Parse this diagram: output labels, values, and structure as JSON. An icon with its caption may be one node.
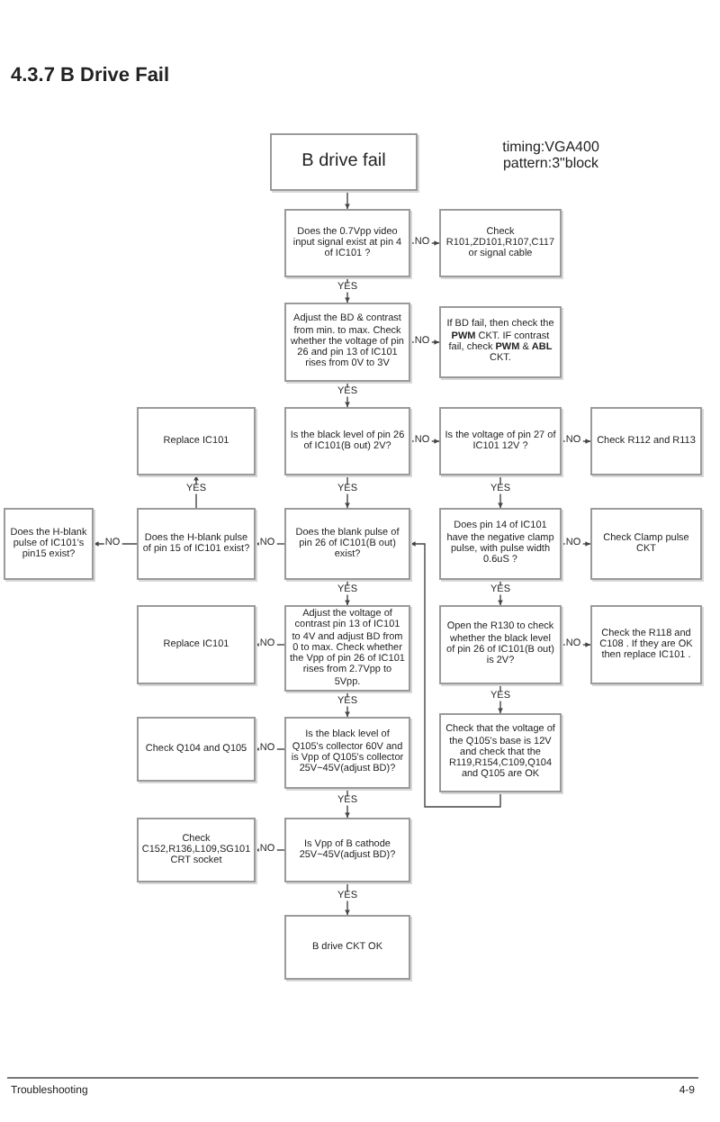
{
  "diagram": {
    "title": "4.3.7  B Drive Fail",
    "nodes": [
      {
        "text": [
          "B drive fail"
        ]
      },
      {
        "text": [
          "Does the 0.7Vpp video input signal exist at pin 4 of IC101 ?"
        ]
      },
      {
        "text": [
          "Check R101,ZD101,R107,C117 or signal cable"
        ]
      },
      {
        "text": [
          "Adjust the BD & contrast from min. to max. Check whether the voltage of pin 26 and pin 13 of IC101 rises from 0V to 3V"
        ]
      },
      {
        "text": [
          "If BD fail, then check the **PWM** CKT. IF contrast fail, check **PWM** & **ABL** CKT."
        ]
      },
      {
        "text": [
          "Replace IC101"
        ]
      },
      {
        "text": [
          "Is the black level of pin 26 of IC101(B out) 2V?"
        ]
      },
      {
        "text": [
          "Is the voltage of pin 27 of IC101 12V ?"
        ]
      },
      {
        "text": [
          "Check R112 and R113"
        ]
      },
      {
        "text": [
          "Does the H-blank pulse of IC101's pin15 exist?"
        ]
      },
      {
        "text": [
          "Does the H-blank pulse of pin 15 of IC101 exist?"
        ]
      },
      {
        "text": [
          "Does the blank pulse of pin 26 of IC101(B out) exist?"
        ]
      },
      {
        "text": [
          "Does pin 14 of IC101 have the negative clamp pulse, with pulse width 0.6uS ?"
        ]
      },
      {
        "text": [
          "Check Clamp pulse CKT"
        ]
      },
      {
        "text": [
          "Replace IC101"
        ]
      },
      {
        "text": [
          "Adjust the voltage of contrast pin 13 of IC101 to 4V and adjust BD from 0 to max. Check whether the Vpp of pin 26 of IC101 rises from 2.7Vpp to 5Vpp."
        ]
      },
      {
        "text": [
          "Open the R130 to check whether the black level of pin 26 of IC101(B out) is 2V?"
        ]
      },
      {
        "text": [
          "Check the R118 and C108 . If they are OK then replace IC101 ."
        ]
      },
      {
        "text": [
          "Check Q104 and Q105"
        ]
      },
      {
        "text": [
          "Is the black level of Q105's collector 60V and is Vpp of Q105's collector 25V~45V(adjust BD)?"
        ]
      },
      {
        "text": [
          "Check that the voltage of the Q105's base is 12V and check that the R119,R154,C109,Q104 and Q105 are OK"
        ]
      },
      {
        "text": [
          "Check C152,R136,L109,SG101 CRT socket"
        ]
      },
      {
        "text": [
          "Is Vpp of B cathode 25V~45V(adjust BD)?"
        ]
      },
      {
        "text": [
          "B drive CKT OK"
        ]
      }
    ],
    "edges": [
      {
        "from": 0,
        "to": 1,
        "arrow": "to"
      },
      {
        "from": 1,
        "to": 2,
        "arrow": "to",
        "label": "NO"
      },
      {
        "from": 1,
        "to": 3,
        "arrow": "to",
        "label": "YES"
      },
      {
        "from": 3,
        "to": 4,
        "arrow": "to",
        "label": "NO"
      },
      {
        "from": 3,
        "to": 6,
        "arrow": "to",
        "label": "YES"
      },
      {
        "from": 6,
        "to": 7,
        "arrow": "to",
        "label": "NO"
      },
      {
        "from": 6,
        "to": 11,
        "arrow": "to",
        "label": "YES"
      },
      {
        "from": 7,
        "to": 8,
        "arrow": "to",
        "label": "NO"
      },
      {
        "from": 7,
        "to": 12,
        "arrow": "to",
        "label": "YES"
      },
      {
        "from": 11,
        "to": 10,
        "arrow": "to",
        "label": "NO"
      },
      {
        "from": 10,
        "to": 5,
        "arrow": "to",
        "label": "YES"
      },
      {
        "from": 10,
        "to": 9,
        "arrow": "to",
        "label": "NO"
      },
      {
        "from": 12,
        "to": 13,
        "arrow": "to",
        "label": "NO"
      },
      {
        "from": 12,
        "to": 16,
        "arrow": "to",
        "label": "YES"
      },
      {
        "from": 11,
        "to": 15,
        "arrow": "to",
        "label": "YES"
      },
      {
        "from": 15,
        "to": 14,
        "arrow": "to",
        "label": "NO"
      },
      {
        "from": 15,
        "to": 19,
        "arrow": "to",
        "label": "YES"
      },
      {
        "from": 16,
        "to": 17,
        "arrow": "to",
        "label": "NO"
      },
      {
        "from": 16,
        "to": 20,
        "arrow": "to",
        "label": "YES"
      },
      {
        "from": 20,
        "to": 11,
        "arrow": "to"
      },
      {
        "from": 19,
        "to": 18,
        "arrow": "to",
        "label": "NO"
      },
      {
        "from": 19,
        "to": 22,
        "arrow": "to",
        "label": "YES"
      },
      {
        "from": 22,
        "to": 21,
        "arrow": "to",
        "label": "NO"
      },
      {
        "from": 22,
        "to": 23,
        "arrow": "to",
        "label": "YES"
      }
    ],
    "labels": [
      "timing:VGA400 pattern:3\"block",
      "Troubleshooting",
      "4-9"
    ]
  }
}
